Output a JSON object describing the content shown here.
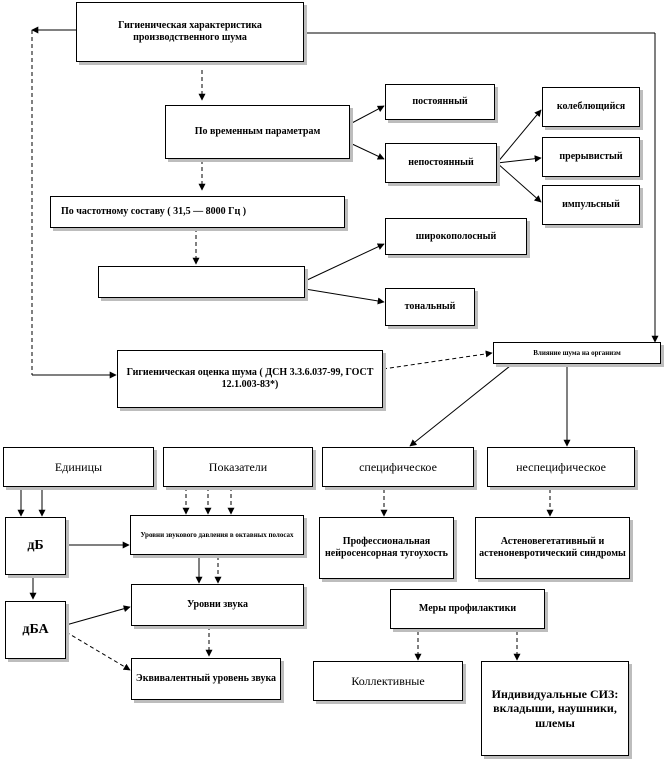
{
  "diagram": {
    "title": "Гигиеническая характеристика производственного шума",
    "time_params": "По временным параметрам",
    "constant": "постоянный",
    "nonconstant": "непостоянный",
    "fluctuating": "колеблющийся",
    "intermittent": "прерывистый",
    "impulse": "импульсный",
    "freq": "По частотному составу ( 31,5 — 8000 Гц )",
    "freq_blank": "",
    "broadband": "широкополосный",
    "tonal": "тональный",
    "assessment": "Гигиеническая оценка шума ( ДСН 3.3.6.037-99, ГОСТ 12.1.003-83*)",
    "effect": "Влияние шума на организм",
    "units": "Единицы",
    "indicators": "Показатели",
    "specific": "специфическое",
    "nonspecific": "неспецифическое",
    "db": "дБ",
    "dba": "дБА",
    "octave": "Уровни звукового давления в октавных полосах",
    "sound_level": "Уровни звука",
    "equivalent": "Эквивалентный уровень звука",
    "hearing_loss": "Профессиональная нейросенсорная тугоухость",
    "syndromes": "Астеновегетативный и астеноневротический синдромы",
    "prevention": "Меры профилактики",
    "collective": "Коллективные",
    "individual": "Индивидуальные СИЗ: вкладыши, наушники, шлемы"
  }
}
